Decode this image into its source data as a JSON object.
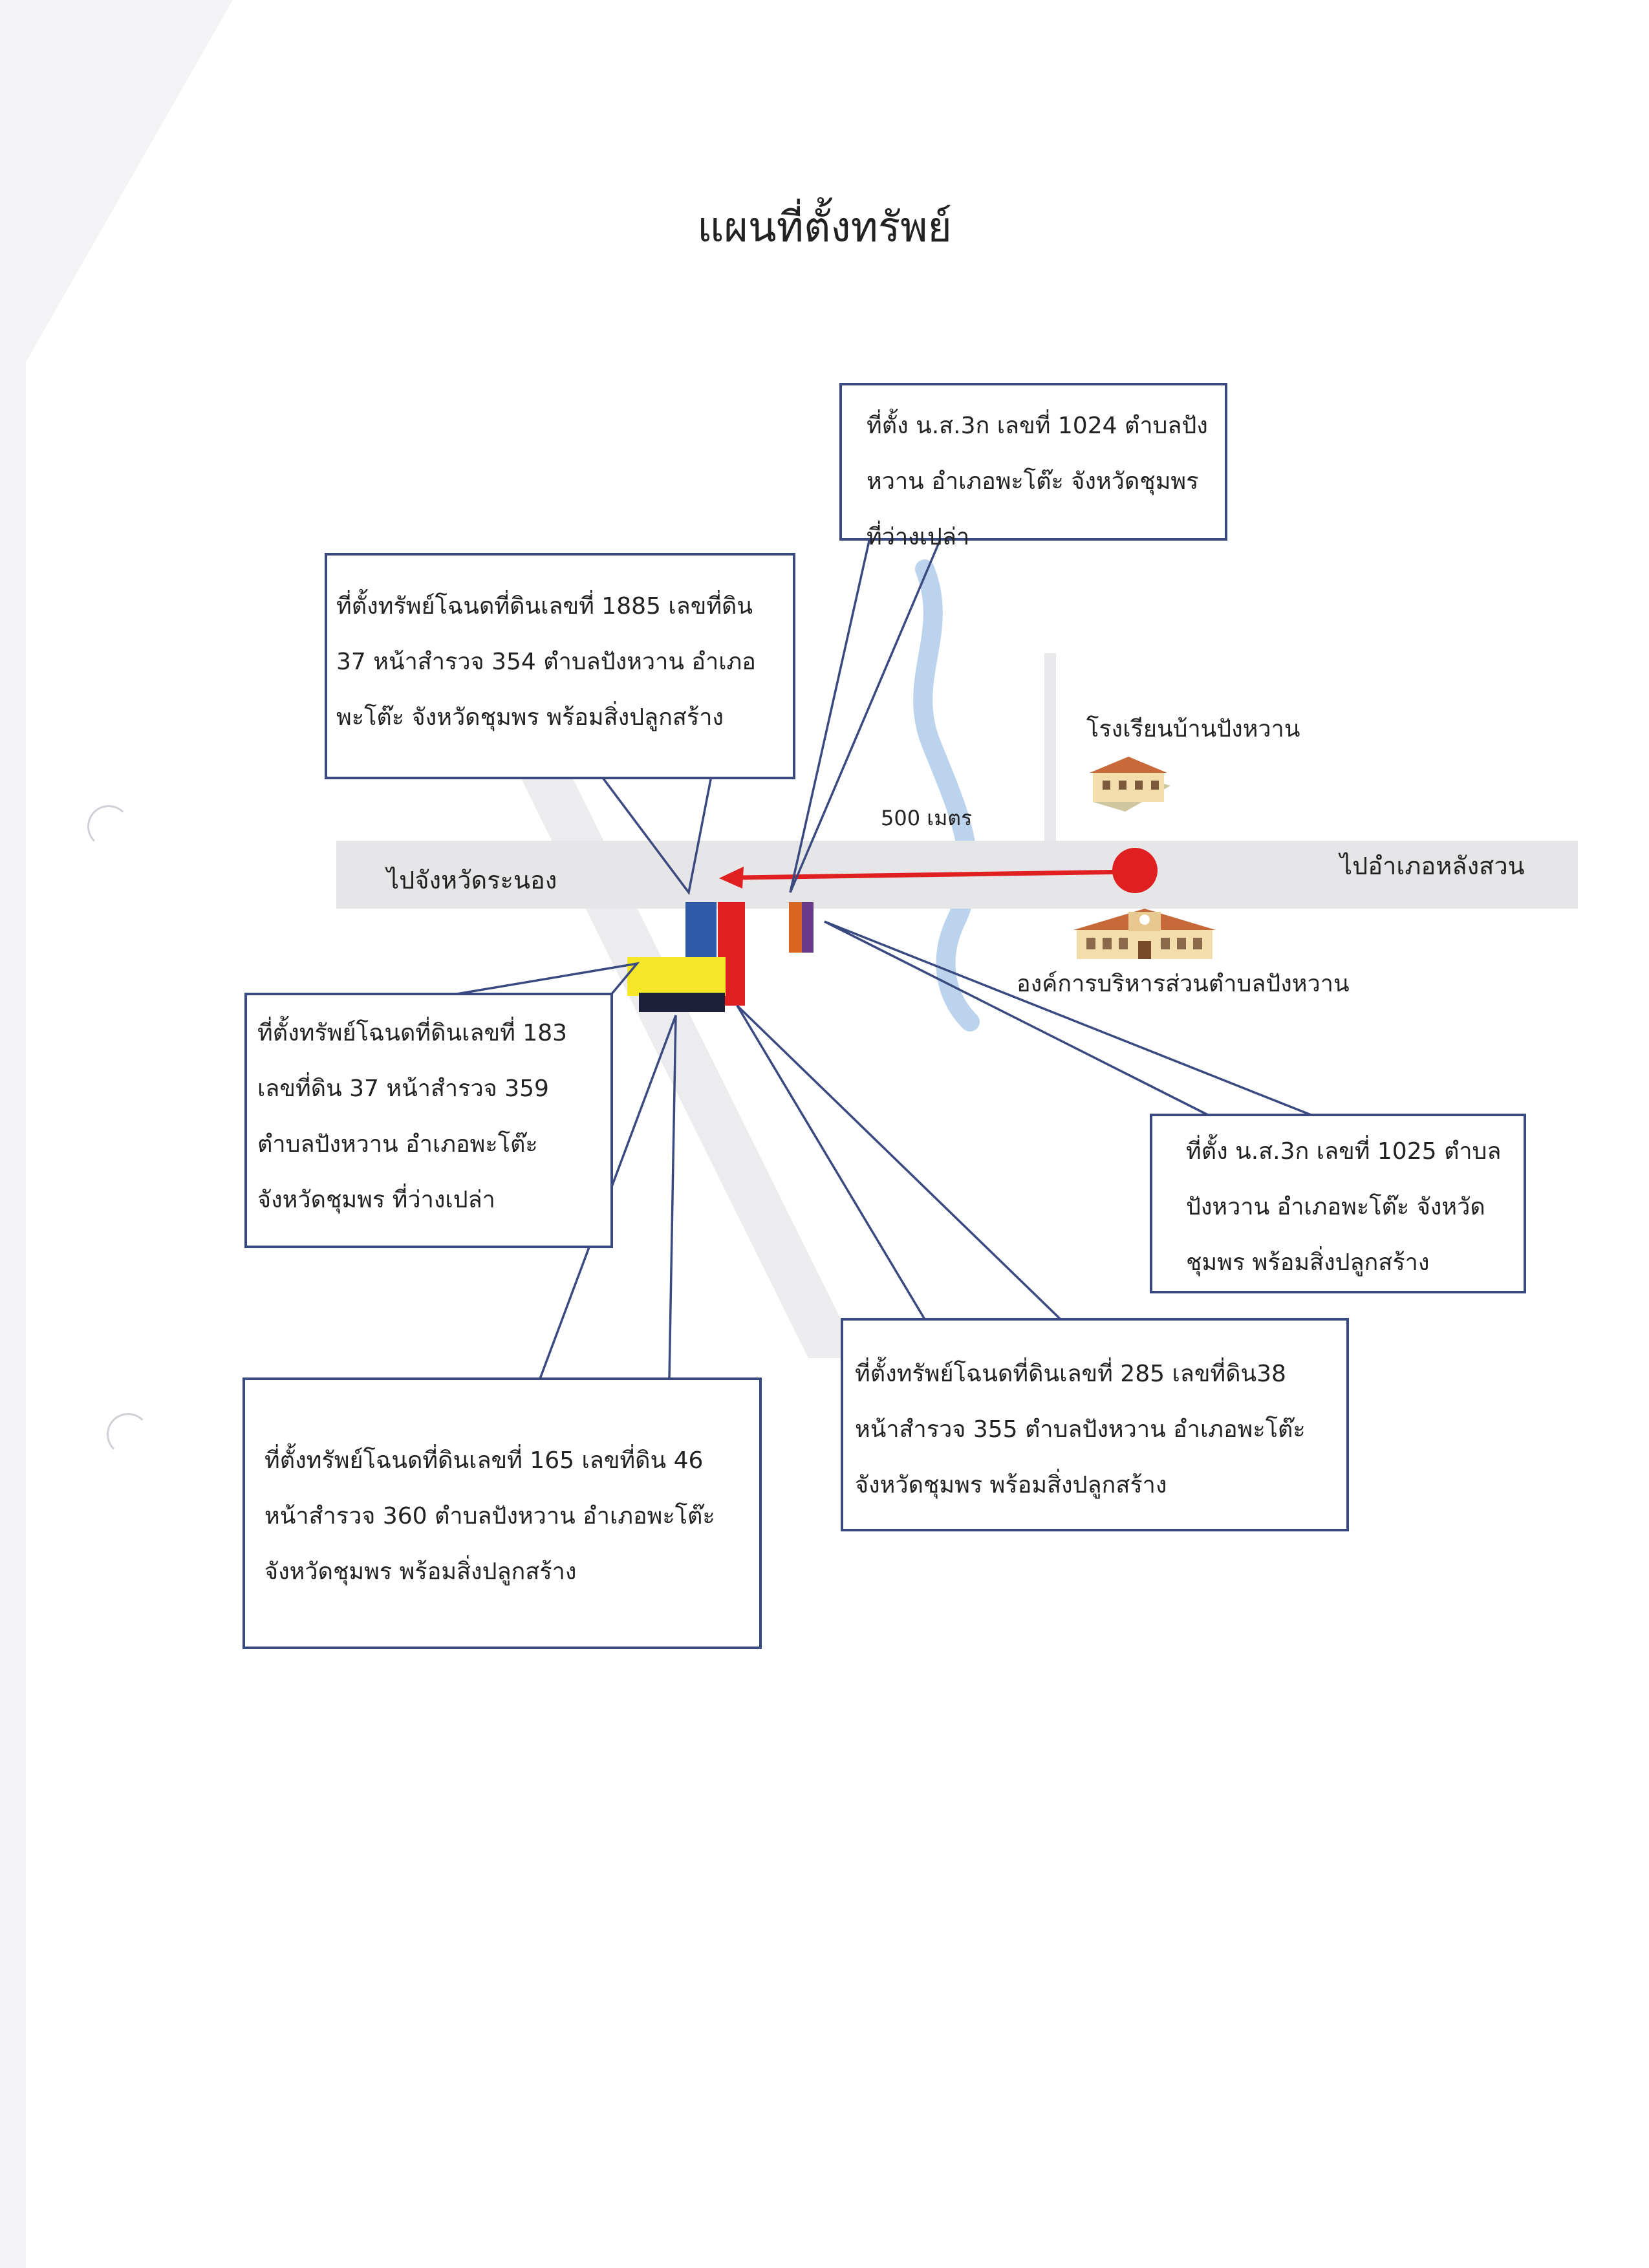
{
  "title": "แผนที่ตั้งทรัพย์",
  "roads": {
    "west_label": "ไปจังหวัดระนอง",
    "east_label": "ไปอำเภอหลังสวน"
  },
  "distance_label": "500 เมตร",
  "landmarks": {
    "school": "โรงเรียนบ้านปังหวาน",
    "tao_office": "องค์การบริหารส่วนตำบลปังหวาน"
  },
  "parcels": {
    "ns3k_1024": "ที่ตั้ง น.ส.3ก เลขที่ 1024 ตำบลปัง\nหวาน อำเภอพะโต๊ะ จังหวัดชุมพร\nที่ว่างเปล่า",
    "deed_1885": "ที่ตั้งทรัพย์โฉนดที่ดินเลขที่ 1885 เลขที่ดิน\n37 หน้าสำรวจ 354 ตำบลปังหวาน อำเภอ\nพะโต๊ะ จังหวัดชุมพร พร้อมสิ่งปลูกสร้าง",
    "deed_183": "ที่ตั้งทรัพย์โฉนดที่ดินเลขที่  183\nเลขที่ดิน 37 หน้าสำรวจ 359\nตำบลปังหวาน อำเภอพะโต๊ะ\nจังหวัดชุมพร ที่ว่างเปล่า",
    "ns3k_1025": "ที่ตั้ง น.ส.3ก เลขที่ 1025 ตำบล\nปังหวาน อำเภอพะโต๊ะ จังหวัด\nชุมพร พร้อมสิ่งปลูกสร้าง",
    "deed_285": "ที่ตั้งทรัพย์โฉนดที่ดินเลขที่ 285 เลขที่ดิน38\nหน้าสำรวจ 355 ตำบลปังหวาน อำเภอพะโต๊ะ\nจังหวัดชุมพร พร้อมสิ่งปลูกสร้าง",
    "deed_165": "ที่ตั้งทรัพย์โฉนดที่ดินเลขที่   165 เลขที่ดิน 46\nหน้าสำรวจ 360 ตำบลปังหวาน อำเภอพะโต๊ะ\nจังหวัดชุมพร พร้อมสิ่งปลูกสร้าง"
  },
  "colors": {
    "callout_border": "#3a4a80",
    "road": "#e6e6e9",
    "river": "#bcd3ee",
    "route_arrow": "#e02020",
    "parcel_blue": "#2e5aa8",
    "parcel_red": "#e02020",
    "parcel_yellow": "#f5e628",
    "parcel_navy": "#1c2038",
    "parcel_orange": "#d9651e",
    "parcel_purple": "#6a3a8a"
  }
}
